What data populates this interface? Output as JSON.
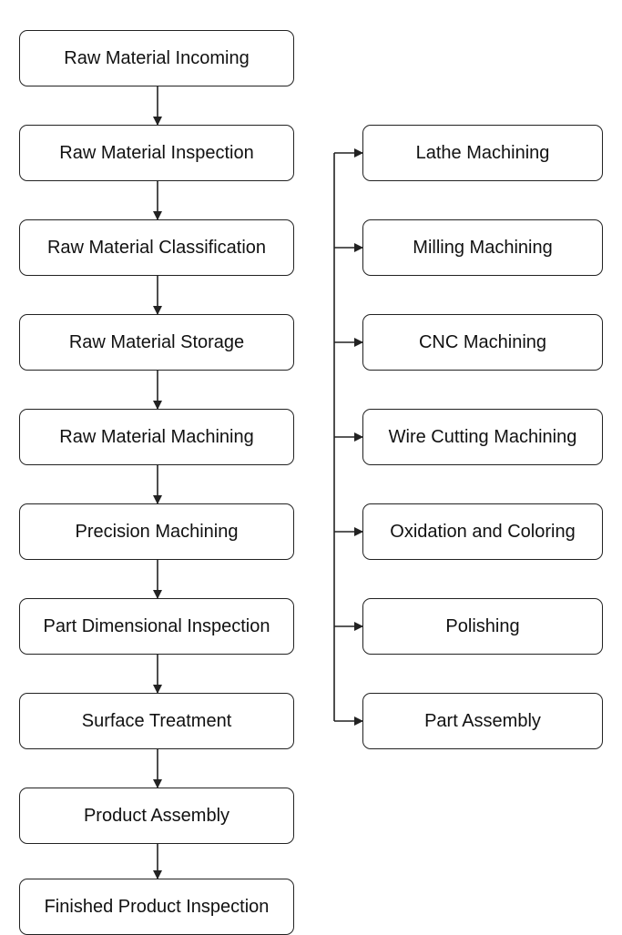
{
  "diagram": {
    "main_flow": [
      {
        "label": "Raw Material Incoming"
      },
      {
        "label": "Raw Material Inspection"
      },
      {
        "label": "Raw Material Classification"
      },
      {
        "label": "Raw Material Storage"
      },
      {
        "label": "Raw Material Machining"
      },
      {
        "label": "Precision Machining"
      },
      {
        "label": "Part Dimensional Inspection"
      },
      {
        "label": "Surface Treatment"
      },
      {
        "label": "Product Assembly"
      },
      {
        "label": "Finished Product Inspection"
      }
    ],
    "branch_processes": [
      {
        "label": "Lathe Machining"
      },
      {
        "label": "Milling Machining"
      },
      {
        "label": "CNC Machining"
      },
      {
        "label": "Wire Cutting Machining"
      },
      {
        "label": "Oxidation and Coloring"
      },
      {
        "label": "Polishing"
      },
      {
        "label": "Part Assembly"
      }
    ],
    "colors": {
      "stroke": "#222222",
      "background": "#ffffff",
      "text": "#111111"
    }
  }
}
